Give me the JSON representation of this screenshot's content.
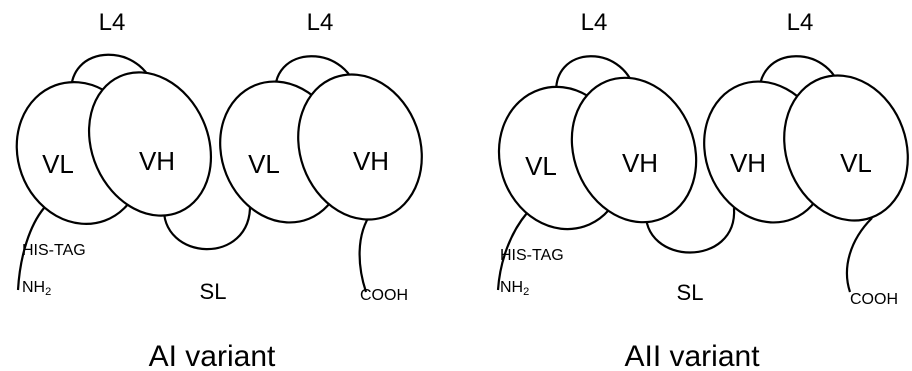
{
  "variant_ai": {
    "loop_left": "L4",
    "loop_right": "L4",
    "domain_1": "VL",
    "domain_2": "VH",
    "domain_3": "VL",
    "domain_4": "VH",
    "linker": "SL",
    "tag": "HIS-TAG",
    "n_terminus": "NH",
    "n_terminus_sub": "2",
    "c_terminus": "COOH",
    "caption": "AI variant"
  },
  "variant_aii": {
    "loop_left": "L4",
    "loop_right": "L4",
    "domain_1": "VL",
    "domain_2": "VH",
    "domain_3": "VH",
    "domain_4": "VL",
    "linker": "SL",
    "tag": "HIS-TAG",
    "n_terminus": "NH",
    "n_terminus_sub": "2",
    "c_terminus": "COOH",
    "caption": "AII variant"
  }
}
